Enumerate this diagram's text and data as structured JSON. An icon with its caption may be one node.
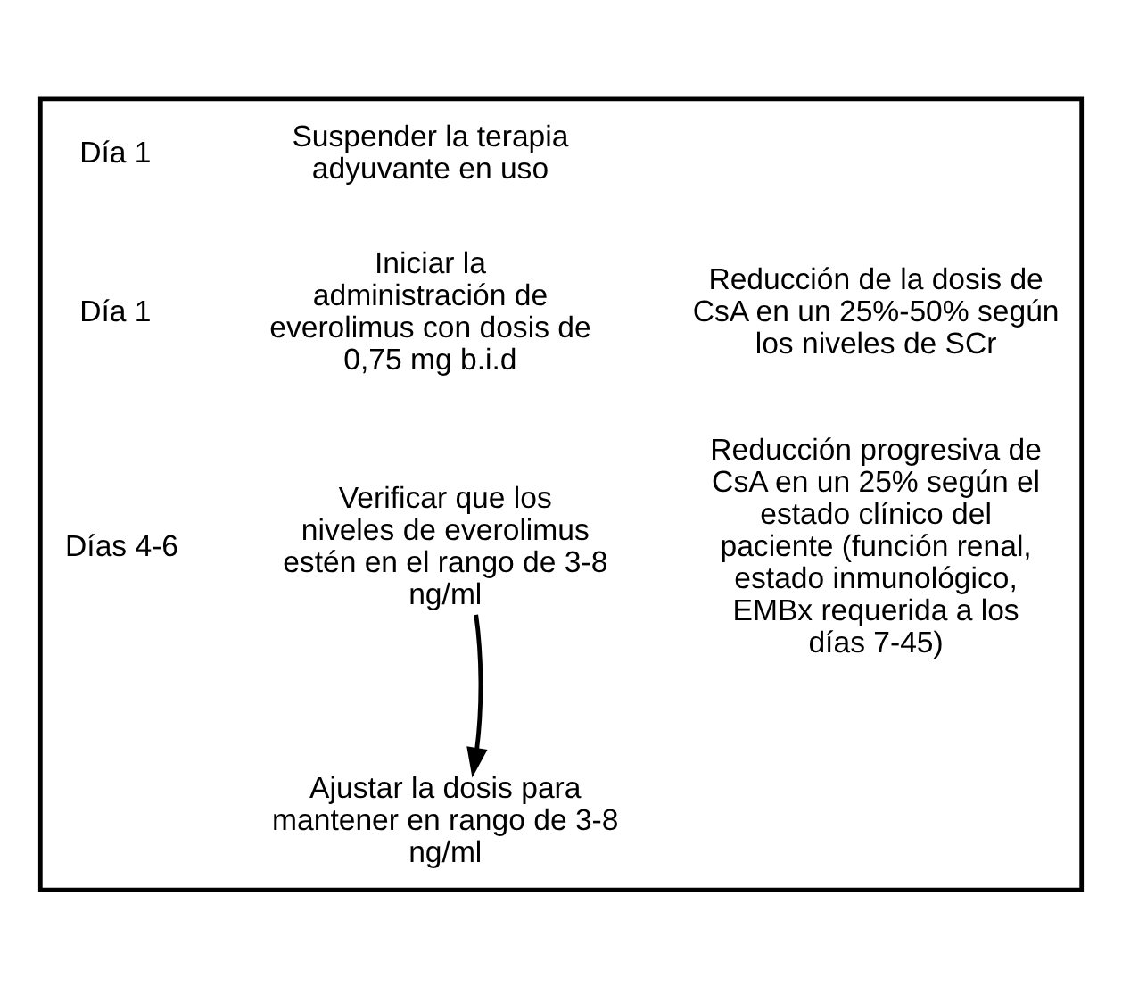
{
  "diagram": {
    "nodes": [
      {
        "text": [],
        "shape": "box"
      },
      {
        "text": [
          "Verificar que los niveles de everolimus estén en el rango de 3-8 ng/ml"
        ],
        "in": 0
      },
      {
        "text": [
          "Ajustar la dosis para mantener en rango de 3-8 ng/ml"
        ],
        "in": 0
      }
    ],
    "edges": [
      {
        "from": 1,
        "to": 2,
        "arrow": "to"
      }
    ],
    "labels": [
      "Día 1",
      "Suspender la terapia adyuvante en uso",
      "Día 1",
      "Iniciar la administración de everolimus con dosis de 0,75 mg b.i.d",
      "Reducción de la dosis de CsA en un 25%-50% según los niveles de SCr",
      "Días 4-6",
      "Reducción progresiva de CsA en un 25% según el estado clínico del paciente (función renal, estado inmunológico, EMBx requerida a los días 7-45)"
    ]
  }
}
